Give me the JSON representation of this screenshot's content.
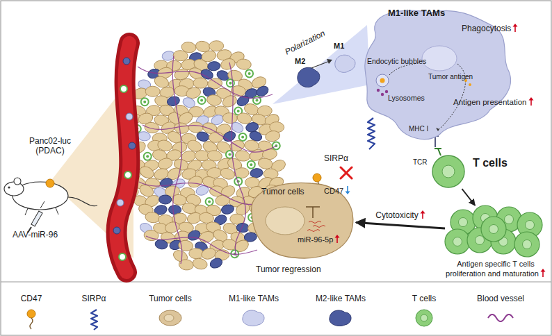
{
  "diagram": {
    "nodes": [
      {
        "text": [
          "M1-like TAMs",
          "Endocytic bubbles",
          "Tumor antigen",
          "Lysosomes"
        ]
      },
      {
        "text": [
          "T cells"
        ]
      },
      {
        "text": [
          "Tumor cells",
          "miR-96-5p",
          "Tumor regression"
        ]
      },
      {
        "text": [
          "Antigen specific T cells proliferation and maturation"
        ]
      }
    ],
    "edges": [
      {
        "from": 1,
        "to": 3,
        "arrow": "to"
      },
      {
        "from": 3,
        "to": 2,
        "arrow": "to",
        "label": "Cytotoxicity"
      }
    ],
    "labels": [
      "Panc02-luc (PDAC)",
      "AAV-miR-96",
      "Polarization",
      "M2",
      "M1",
      "Phagocytosis",
      "SIRPα",
      "MHC I",
      "Antigen presentation",
      "TCR",
      "CD47"
    ],
    "legend": [
      {
        "text": "CD47"
      },
      {
        "text": "SIRPα"
      },
      {
        "text": "Tumor cells"
      },
      {
        "text": "M1-like TAMs"
      },
      {
        "text": "M2-like TAMs"
      },
      {
        "text": "T cells"
      },
      {
        "text": "Blood vessel"
      }
    ]
  }
}
